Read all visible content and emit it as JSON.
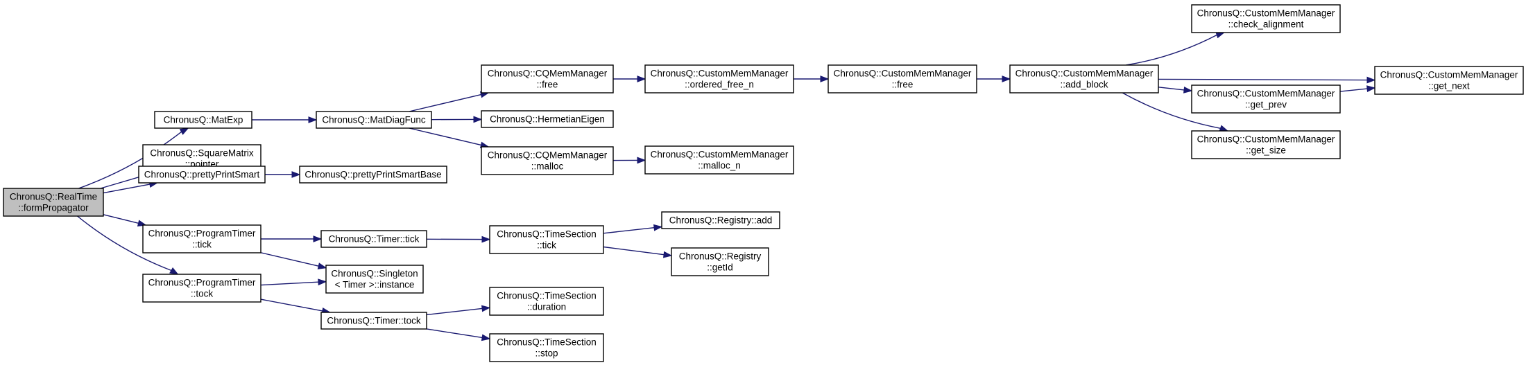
{
  "colors": {
    "node_fill": "#ffffff",
    "root_fill": "#bfbfbf",
    "node_stroke": "#000000",
    "edge": "#191970"
  },
  "nodes": [
    {
      "id": "root",
      "lines": [
        "ChronusQ::RealTime",
        "::formPropagator"
      ],
      "root": true
    },
    {
      "id": "matexp",
      "lines": [
        "ChronusQ::MatExp"
      ]
    },
    {
      "id": "sqptr",
      "lines": [
        "ChronusQ::SquareMatrix",
        "::pointer"
      ]
    },
    {
      "id": "pps",
      "lines": [
        "ChronusQ::prettyPrintSmart"
      ]
    },
    {
      "id": "pttick",
      "lines": [
        "ChronusQ::ProgramTimer",
        "::tick"
      ]
    },
    {
      "id": "pttock",
      "lines": [
        "ChronusQ::ProgramTimer",
        "::tock"
      ]
    },
    {
      "id": "matdiag",
      "lines": [
        "ChronusQ::MatDiagFunc"
      ]
    },
    {
      "id": "ppsb",
      "lines": [
        "ChronusQ::prettyPrintSmartBase"
      ]
    },
    {
      "id": "ttick",
      "lines": [
        "ChronusQ::Timer::tick"
      ]
    },
    {
      "id": "singleton",
      "lines": [
        "ChronusQ::Singleton",
        "< Timer >::instance"
      ]
    },
    {
      "id": "ttock",
      "lines": [
        "ChronusQ::Timer::tock"
      ]
    },
    {
      "id": "cqfree",
      "lines": [
        "ChronusQ::CQMemManager",
        "::free"
      ]
    },
    {
      "id": "herm",
      "lines": [
        "ChronusQ::HermetianEigen"
      ]
    },
    {
      "id": "cqmalloc",
      "lines": [
        "ChronusQ::CQMemManager",
        "::malloc"
      ]
    },
    {
      "id": "tstick",
      "lines": [
        "ChronusQ::TimeSection",
        "::tick"
      ]
    },
    {
      "id": "tsdur",
      "lines": [
        "ChronusQ::TimeSection",
        "::duration"
      ]
    },
    {
      "id": "tsstop",
      "lines": [
        "ChronusQ::TimeSection",
        "::stop"
      ]
    },
    {
      "id": "ofree",
      "lines": [
        "ChronusQ::CustomMemManager",
        "::ordered_free_n"
      ]
    },
    {
      "id": "mallocn",
      "lines": [
        "ChronusQ::CustomMemManager",
        "::malloc_n"
      ]
    },
    {
      "id": "regadd",
      "lines": [
        "ChronusQ::Registry::add"
      ]
    },
    {
      "id": "regget",
      "lines": [
        "ChronusQ::Registry",
        "::getId"
      ]
    },
    {
      "id": "cmfree",
      "lines": [
        "ChronusQ::CustomMemManager",
        "::free"
      ]
    },
    {
      "id": "addblock",
      "lines": [
        "ChronusQ::CustomMemManager",
        "::add_block"
      ]
    },
    {
      "id": "checkal",
      "lines": [
        "ChronusQ::CustomMemManager",
        "::check_alignment"
      ]
    },
    {
      "id": "getprev",
      "lines": [
        "ChronusQ::CustomMemManager",
        "::get_prev"
      ]
    },
    {
      "id": "getsize",
      "lines": [
        "ChronusQ::CustomMemManager",
        "::get_size"
      ]
    },
    {
      "id": "getnext",
      "lines": [
        "ChronusQ::CustomMemManager",
        "::get_next"
      ]
    }
  ],
  "edges": [
    [
      "root",
      "matexp"
    ],
    [
      "root",
      "sqptr"
    ],
    [
      "root",
      "pps"
    ],
    [
      "root",
      "pttick"
    ],
    [
      "root",
      "pttock"
    ],
    [
      "matexp",
      "matdiag"
    ],
    [
      "pps",
      "ppsb"
    ],
    [
      "pttick",
      "ttick"
    ],
    [
      "pttick",
      "singleton"
    ],
    [
      "pttock",
      "singleton"
    ],
    [
      "pttock",
      "ttock"
    ],
    [
      "matdiag",
      "cqfree"
    ],
    [
      "matdiag",
      "herm"
    ],
    [
      "matdiag",
      "cqmalloc"
    ],
    [
      "ttick",
      "tstick"
    ],
    [
      "ttock",
      "tsdur"
    ],
    [
      "ttock",
      "tsstop"
    ],
    [
      "cqfree",
      "ofree"
    ],
    [
      "cqmalloc",
      "mallocn"
    ],
    [
      "tstick",
      "regadd"
    ],
    [
      "tstick",
      "regget"
    ],
    [
      "ofree",
      "cmfree"
    ],
    [
      "cmfree",
      "addblock"
    ],
    [
      "addblock",
      "checkal"
    ],
    [
      "addblock",
      "getprev"
    ],
    [
      "addblock",
      "getsize"
    ],
    [
      "addblock",
      "getnext"
    ],
    [
      "getprev",
      "getnext"
    ]
  ]
}
